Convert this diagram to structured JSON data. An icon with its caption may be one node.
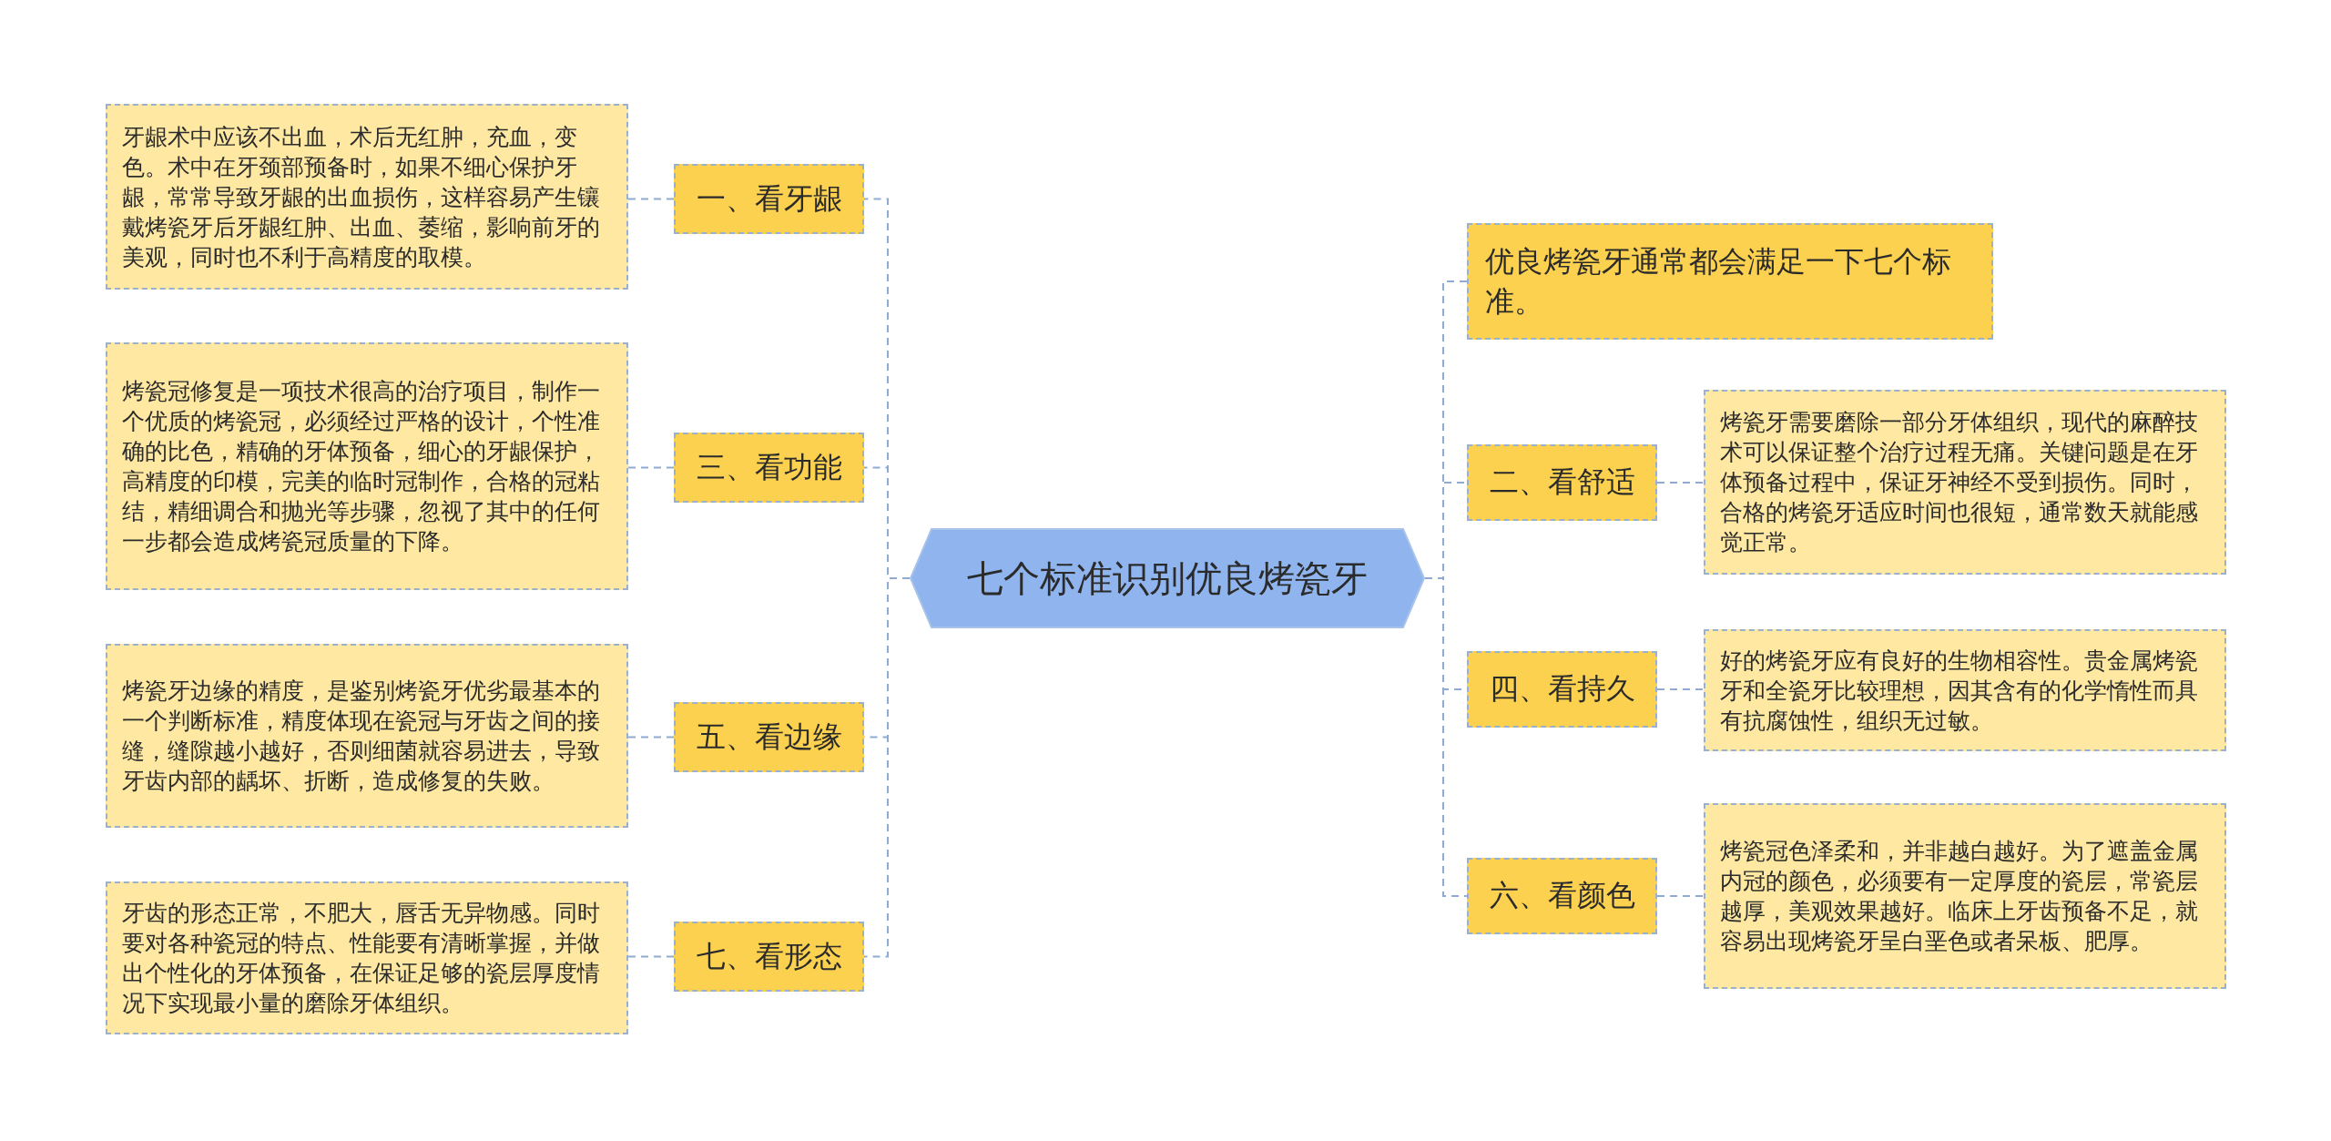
{
  "diagram": {
    "nodes": [
      {
        "text": [
          "七个标准识别优良烤瓷牙"
        ]
      },
      {
        "text": [
          "一、看牙龈"
        ]
      },
      {
        "text": [
          "牙龈术中应该不出血，术后无红肿，充血，变色。术中在牙颈部预备时，如果不细心保护牙龈，常常导致牙龈的出血损伤，这样容易产生镶戴烤瓷牙后牙龈红肿、出血、萎缩，影响前牙的美观，同时也不利于高精度的取模。"
        ]
      },
      {
        "text": [
          "三、看功能"
        ]
      },
      {
        "text": [
          "烤瓷冠修复是一项技术很高的治疗项目，制作一个优质的烤瓷冠，必须经过严格的设计，个性准确的比色，精确的牙体预备，细心的牙龈保护，高精度的印模，完美的临时冠制作，合格的冠粘结，精细调合和抛光等步骤，忽视了其中的任何一步都会造成烤瓷冠质量的下降。"
        ]
      },
      {
        "text": [
          "五、看边缘"
        ]
      },
      {
        "text": [
          "烤瓷牙边缘的精度，是鉴别烤瓷牙优劣最基本的一个判断标准，精度体现在瓷冠与牙齿之间的接缝，缝隙越小越好，否则细菌就容易进去，导致牙齿内部的龋坏、折断，造成修复的失败。"
        ]
      },
      {
        "text": [
          "七、看形态"
        ]
      },
      {
        "text": [
          "牙齿的形态正常，不肥大，唇舌无异物感。同时要对各种瓷冠的特点、性能要有清晰掌握，并做出个性化的牙体预备，在保证足够的瓷层厚度情况下实现最小量的磨除牙体组织。"
        ]
      },
      {
        "text": [
          "优良烤瓷牙通常都会满足一下七个标准。"
        ]
      },
      {
        "text": [
          "二、看舒适"
        ]
      },
      {
        "text": [
          "烤瓷牙需要磨除一部分牙体组织，现代的麻醉技术可以保证整个治疗过程无痛。关键问题是在牙体预备过程中，保证牙神经不受到损伤。同时，合格的烤瓷牙适应时间也很短，通常数天就能感觉正常。"
        ]
      },
      {
        "text": [
          "四、看持久"
        ]
      },
      {
        "text": [
          "好的烤瓷牙应有良好的生物相容性。贵金属烤瓷牙和全瓷牙比较理想，因其含有的化学惰性而具有抗腐蚀性，组织无过敏。"
        ]
      },
      {
        "text": [
          "六、看颜色"
        ]
      },
      {
        "text": [
          "烤瓷冠色泽柔和，并非越白越好。为了遮盖金属内冠的颜色，必须要有一定厚度的瓷层，常瓷层越厚，美观效果越好。临床上牙齿预备不足，就容易出现烤瓷牙呈白垩色或者呆板、肥厚。"
        ]
      }
    ],
    "edges": [
      {
        "from": 0,
        "to": 1,
        "arrow": "none"
      },
      {
        "from": 0,
        "to": 3,
        "arrow": "none"
      },
      {
        "from": 0,
        "to": 5,
        "arrow": "none"
      },
      {
        "from": 0,
        "to": 7,
        "arrow": "none"
      },
      {
        "from": 0,
        "to": 9,
        "arrow": "none"
      },
      {
        "from": 0,
        "to": 10,
        "arrow": "none"
      },
      {
        "from": 0,
        "to": 12,
        "arrow": "none"
      },
      {
        "from": 0,
        "to": 14,
        "arrow": "none"
      },
      {
        "from": 1,
        "to": 2,
        "arrow": "none"
      },
      {
        "from": 3,
        "to": 4,
        "arrow": "none"
      },
      {
        "from": 5,
        "to": 6,
        "arrow": "none"
      },
      {
        "from": 7,
        "to": 8,
        "arrow": "none"
      },
      {
        "from": 10,
        "to": 11,
        "arrow": "none"
      },
      {
        "from": 12,
        "to": 13,
        "arrow": "none"
      },
      {
        "from": 14,
        "to": 15,
        "arrow": "none"
      }
    ]
  }
}
